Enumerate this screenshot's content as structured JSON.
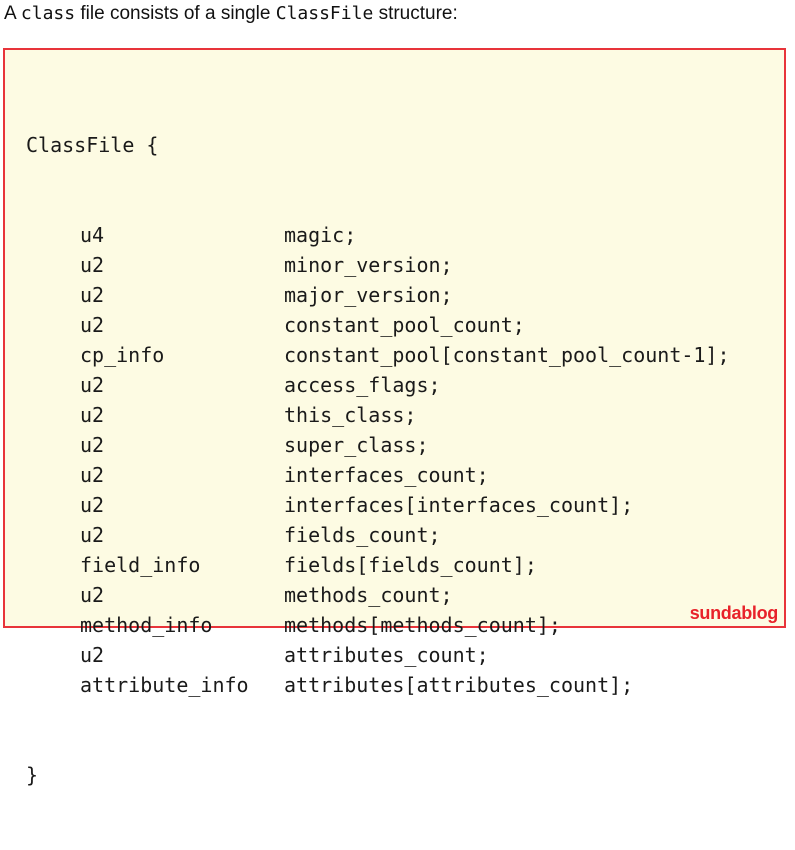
{
  "intro": {
    "prefix": "A ",
    "code1": "class",
    "middle": " file consists of a single ",
    "code2": "ClassFile",
    "suffix": " structure:"
  },
  "code": {
    "open": "ClassFile {",
    "close": "}",
    "fields": [
      {
        "type": "u4",
        "name": "magic;"
      },
      {
        "type": "u2",
        "name": "minor_version;"
      },
      {
        "type": "u2",
        "name": "major_version;"
      },
      {
        "type": "u2",
        "name": "constant_pool_count;"
      },
      {
        "type": "cp_info",
        "name": "constant_pool[constant_pool_count-1];"
      },
      {
        "type": "u2",
        "name": "access_flags;"
      },
      {
        "type": "u2",
        "name": "this_class;"
      },
      {
        "type": "u2",
        "name": "super_class;"
      },
      {
        "type": "u2",
        "name": "interfaces_count;"
      },
      {
        "type": "u2",
        "name": "interfaces[interfaces_count];"
      },
      {
        "type": "u2",
        "name": "fields_count;"
      },
      {
        "type": "field_info",
        "name": "fields[fields_count];"
      },
      {
        "type": "u2",
        "name": "methods_count;"
      },
      {
        "type": "method_info",
        "name": "methods[methods_count];"
      },
      {
        "type": "u2",
        "name": "attributes_count;"
      },
      {
        "type": "attribute_info",
        "name": "attributes[attributes_count];"
      }
    ]
  },
  "watermark": "sundablog"
}
